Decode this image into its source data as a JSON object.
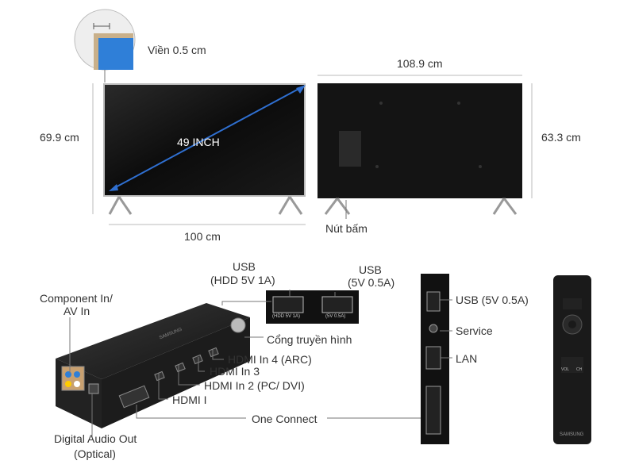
{
  "dimensions": {
    "bezel": "Viền 0.5 cm",
    "width_back": "108.9 cm",
    "height_front": "69.9 cm",
    "height_back": "63.3 cm",
    "diagonal": "49 INCH",
    "width_front": "100 cm",
    "button": "Nút bấm"
  },
  "connect_box": {
    "usb_left": "USB",
    "usb_left_spec": "(HDD 5V 1A)",
    "usb_right": "USB",
    "usb_right_spec": "(5V 0.5A)",
    "usb_port_left_print": "(HDD 5V 1A)",
    "usb_port_right_print": "(5V 0.5A)",
    "component_line1": "Component In/",
    "component_line2": "AV In",
    "antenna": "Cổng truyền hình",
    "hdmi4": "HDMI In 4 (ARC)",
    "hdmi3": "HDMI In 3",
    "hdmi2": "HDMI In 2 (PC/ DVI)",
    "hdmi1": "HDMI I",
    "one_connect": "One Connect",
    "digital_line1": "Digital Audio Out",
    "digital_line2": "(Optical)",
    "brand": "SAMSUNG"
  },
  "side_panel": {
    "usb": "USB (5V 0.5A)",
    "service": "Service",
    "lan": "LAN"
  },
  "remote": {
    "vol": "VOL",
    "ch": "CH",
    "brand": "SAMSUNG"
  },
  "colors": {
    "line": "#555555",
    "callout": "#777777",
    "screen": "#111111",
    "highlight": "#ffcc00"
  }
}
